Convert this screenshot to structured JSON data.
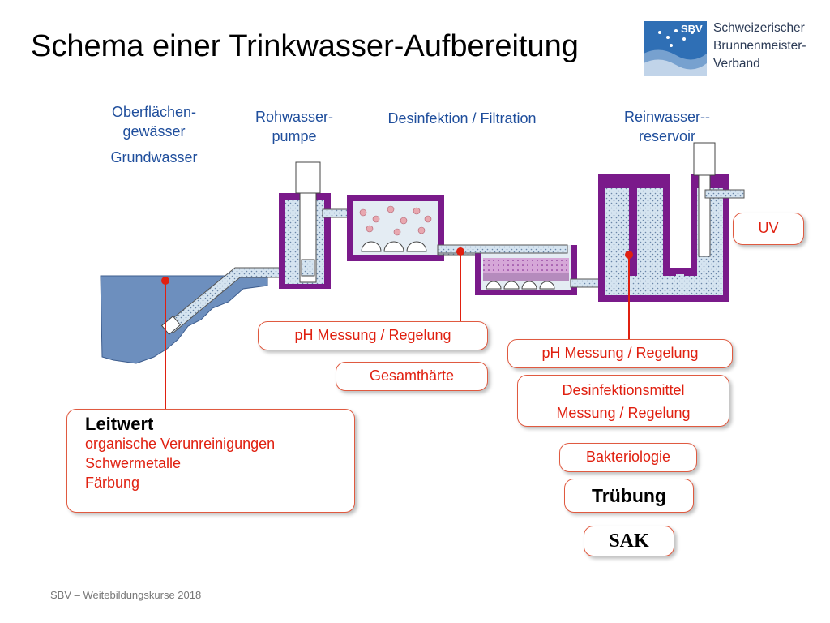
{
  "title": "Schema einer Trinkwasser-Aufbereitung",
  "logo": {
    "abbr": "SBV",
    "lines": [
      "Schweizerischer",
      "Brunnenmeister-",
      "Verband"
    ]
  },
  "stage_labels": {
    "source_line1": "Oberflächen-",
    "source_line2": "gewässer",
    "source_line3": "Grundwasser",
    "pump_line1": "Rohwasser-",
    "pump_line2": "pumpe",
    "treatment": "Desinfektion / Filtration",
    "reservoir_line1": "Reinwasser--",
    "reservoir_line2": "reservoir"
  },
  "boxes": {
    "uv": "UV",
    "ph_left": "pH Messung / Regelung",
    "hardness": "Gesamthärte",
    "ph_right": "pH Messung / Regelung",
    "disinfectant_line1": "Desinfektionsmittel",
    "disinfectant_line2": "Messung / Regelung",
    "bacteriology": "Bakteriologie",
    "turbidity": "Trübung",
    "sak": "SAK"
  },
  "source_box": {
    "heading": "Leitwert",
    "items": [
      "organische Verunreinigungen",
      "Schwermetalle",
      "Färbung"
    ]
  },
  "footer": "SBV – Weitebildungskurse 2018",
  "colors": {
    "purple": "#7a1a8a",
    "water": "#cfe0ee",
    "lake": "#6d8fbe",
    "red": "#e02010",
    "label_blue": "#1f4e9c"
  }
}
